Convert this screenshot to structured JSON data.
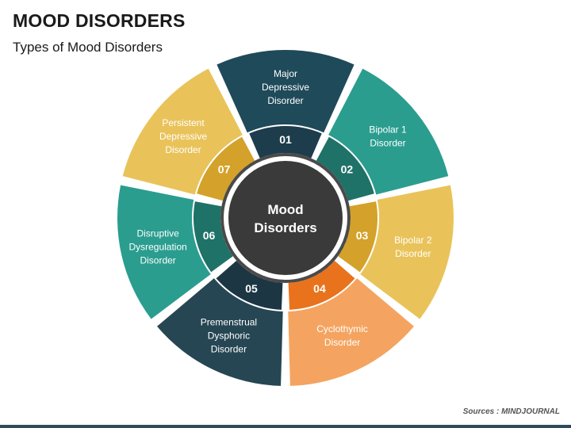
{
  "header": {
    "title": "MOOD DISORDERS",
    "subtitle": "Types of Mood Disorders"
  },
  "center": {
    "lines": [
      "Mood",
      "Disorders"
    ]
  },
  "segments": [
    {
      "number": "01",
      "lines": [
        "Major",
        "Depressive",
        "Disorder"
      ],
      "color": "#1f4a5a",
      "num_color": "#1d3d4c"
    },
    {
      "number": "02",
      "lines": [
        "Bipolar 1",
        "Disorder"
      ],
      "color": "#2a9d8f",
      "num_color": "#1f7268"
    },
    {
      "number": "03",
      "lines": [
        "Bipolar 2",
        "Disorder"
      ],
      "color": "#e9c35a",
      "num_color": "#d4a22a"
    },
    {
      "number": "04",
      "lines": [
        "Cyclothymic",
        "Disorder"
      ],
      "color": "#f4a460",
      "num_color": "#e8731c"
    },
    {
      "number": "05",
      "lines": [
        "Premenstrual",
        "Dysphoric",
        "Disorder"
      ],
      "color": "#264653",
      "num_color": "#1c3743"
    },
    {
      "number": "06",
      "lines": [
        "Disruptive",
        "Dysregulation",
        "Disorder"
      ],
      "color": "#2a9d8f",
      "num_color": "#1f7268"
    },
    {
      "number": "07",
      "lines": [
        "Persistent",
        "Depressive",
        "Disorder"
      ],
      "color": "#e9c35a",
      "num_color": "#d4a22a"
    }
  ],
  "footer": {
    "source": "Sources : MINDJOURNAL"
  },
  "colors": {
    "center_fill": "#3a3a3a",
    "center_ring": "#4a4a4a"
  }
}
